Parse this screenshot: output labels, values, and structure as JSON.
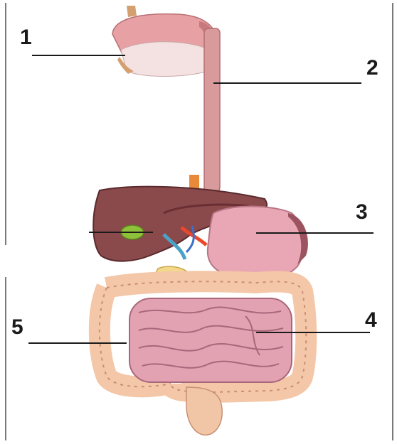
{
  "labels": [
    {
      "id": "1",
      "text": "1"
    },
    {
      "id": "2",
      "text": "2"
    },
    {
      "id": "3",
      "text": "3"
    },
    {
      "id": "4",
      "text": "4"
    },
    {
      "id": "5",
      "text": "5"
    }
  ],
  "colors": {
    "mouth": "#e7a0a3",
    "mouth_dark": "#c7797d",
    "esophagus": "#d99a9c",
    "liver": "#8a4a4c",
    "liver_dark": "#6a2f33",
    "gallbladder": "#8fc03a",
    "stomach": "#e9a6b4",
    "pancreas": "#f2d98a",
    "small_intestine": "#e3a2b2",
    "large_intestine": "#f3c7a8",
    "rectum": "#f1c6a6"
  }
}
